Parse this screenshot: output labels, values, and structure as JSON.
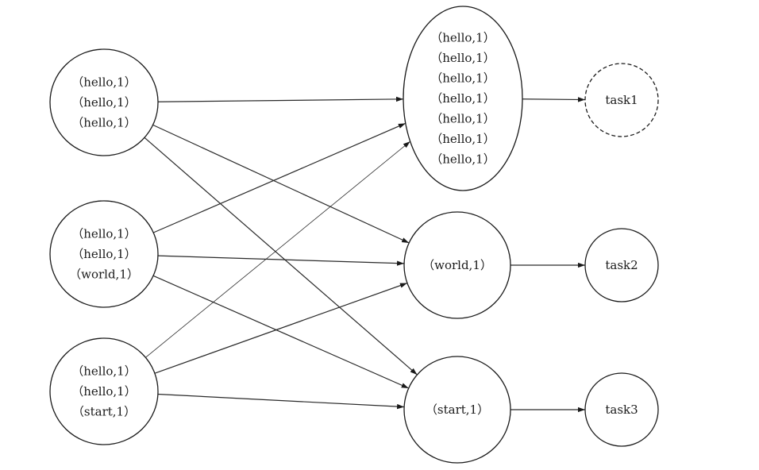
{
  "colors": {
    "stroke": "#1a1a1a",
    "highlight": "#e02020",
    "background": "#ffffff"
  },
  "nodes": [
    {
      "id": "map1",
      "lines": [
        "（hello,1）",
        "（hello,1）",
        "（hello,1）"
      ]
    },
    {
      "id": "map2",
      "lines": [
        "（hello,1）",
        "（hello,1）",
        "（world,1）"
      ]
    },
    {
      "id": "map3",
      "lines": [
        "（hello,1）",
        "（hello,1）",
        "（start,1）"
      ]
    },
    {
      "id": "group-hello",
      "lines": [
        "（hello,1）",
        "（hello,1）",
        "（hello,1）",
        "（hello,1）",
        "（hello,1）",
        "（hello,1）",
        "（hello,1）"
      ]
    },
    {
      "id": "group-world",
      "lines": [
        "（world,1）"
      ]
    },
    {
      "id": "group-start",
      "lines": [
        "（start,1）"
      ]
    },
    {
      "id": "task1",
      "lines": [
        "task1"
      ],
      "style": "dashed-red"
    },
    {
      "id": "task2",
      "lines": [
        "task2"
      ]
    },
    {
      "id": "task3",
      "lines": [
        "task3"
      ]
    }
  ],
  "edges": [
    {
      "from": "map1",
      "to": "group-hello"
    },
    {
      "from": "map1",
      "to": "group-world"
    },
    {
      "from": "map1",
      "to": "group-start"
    },
    {
      "from": "map2",
      "to": "group-hello"
    },
    {
      "from": "map2",
      "to": "group-world"
    },
    {
      "from": "map2",
      "to": "group-start"
    },
    {
      "from": "map3",
      "to": "group-hello",
      "weight": "thin"
    },
    {
      "from": "map3",
      "to": "group-world"
    },
    {
      "from": "map3",
      "to": "group-start"
    },
    {
      "from": "group-hello",
      "to": "task1"
    },
    {
      "from": "group-world",
      "to": "task2"
    },
    {
      "from": "group-start",
      "to": "task3"
    }
  ]
}
